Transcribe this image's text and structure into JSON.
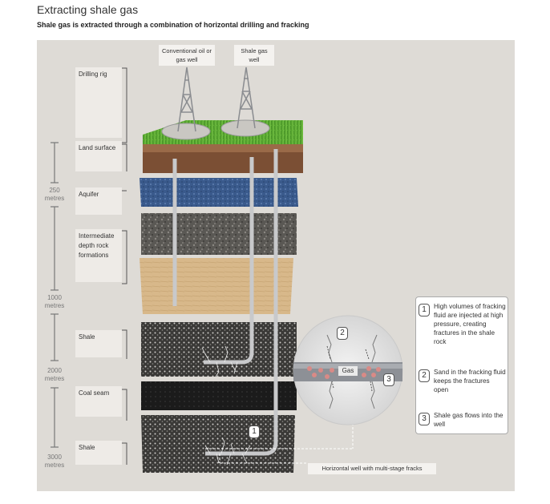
{
  "title": "Extracting shale gas",
  "subtitle": "Shale gas is extracted through a combination of horizontal drilling and fracking",
  "wells": {
    "conventional": "Conventional oil or gas well",
    "shale": "Shale gas well"
  },
  "layer_labels": {
    "drilling_rig": "Drilling rig",
    "land_surface": "Land surface",
    "aquifer": "Aquifer",
    "intermediate": "Intermediate depth rock formations",
    "shale_upper": "Shale",
    "coal_seam": "Coal seam",
    "shale_lower": "Shale"
  },
  "depth_scale": {
    "d250": "250",
    "d1000": "1000",
    "d2000": "2000",
    "d3000": "3000",
    "unit": "metres"
  },
  "gas_label": "Gas",
  "horizontal_well_label": "Horizontal well with multi-stage fracks",
  "steps": [
    {
      "num": "1",
      "text": "High volumes of fracking fluid are injected at high pressure, creating fractures in the shale rock"
    },
    {
      "num": "2",
      "text": "Sand in the fracking fluid keeps the fractures open"
    },
    {
      "num": "3",
      "text": "Shale gas flows into the well"
    }
  ],
  "colors": {
    "panel": "#dedbd6",
    "grass": "#5aa832",
    "soil": "#8a5a3c",
    "aquifer": "#3b5c8f",
    "rock": "#5e5c58",
    "sand": "#d9b98a",
    "shale": "#4a4946",
    "coal": "#1e1e1e",
    "pipe": "#c8c9cb",
    "gas": "#d98a86"
  }
}
